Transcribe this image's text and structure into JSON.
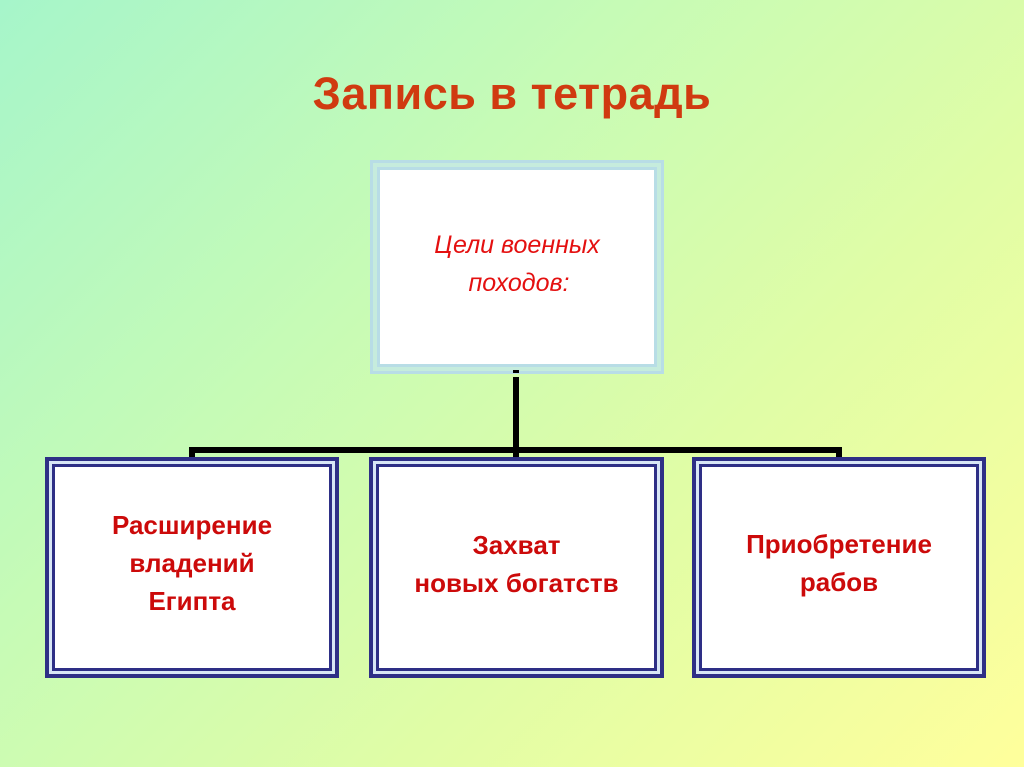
{
  "title": "Запись в тетрадь",
  "diagram": {
    "root": {
      "label": "Цели военных\n походов:",
      "line1": "Цели военных",
      "line2": "походов:"
    },
    "children": [
      {
        "label": "Расширение\nвладений \nЕгипта"
      },
      {
        "label": "Захват\nновых богатств"
      },
      {
        "label": "Приобретение\nрабов"
      }
    ]
  },
  "colors": {
    "title": "#d03a10",
    "root_text": "#e41010",
    "child_text": "#cc0a0a",
    "child_border": "#2e2f86",
    "root_border": "#b8dde6",
    "connector": "#000000",
    "background_start": "#a6f5ca",
    "background_end": "#ffff9c"
  }
}
